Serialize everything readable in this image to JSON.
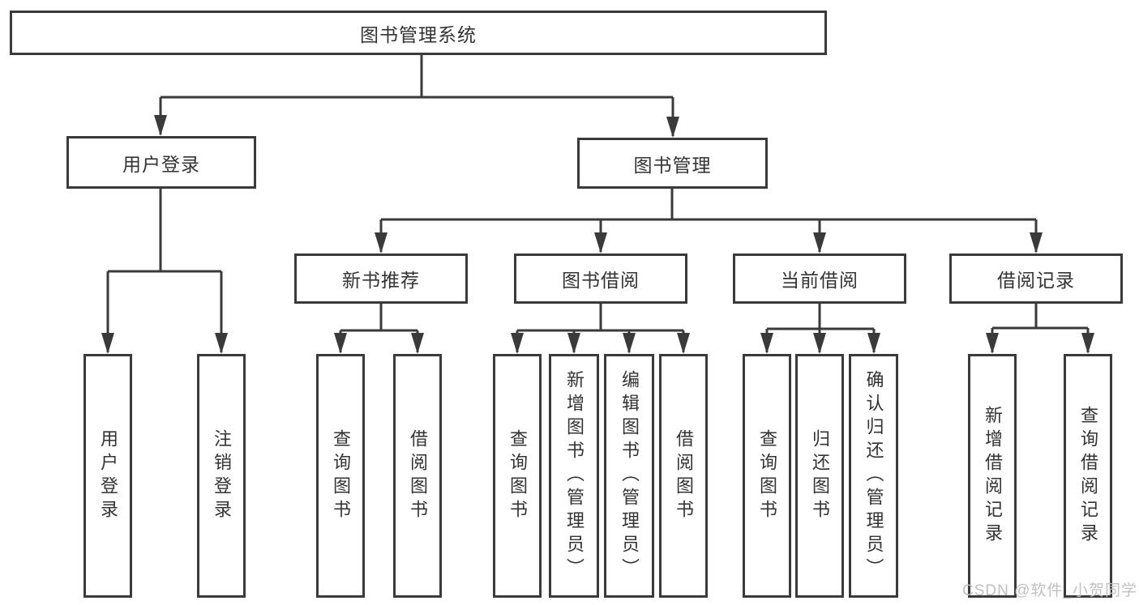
{
  "diagram": {
    "title": "图书管理系统"
  },
  "nodes": {
    "root": {
      "label": "图书管理系统"
    },
    "user_login": {
      "label": "用户登录"
    },
    "book_mgmt": {
      "label": "图书管理"
    },
    "new_book_rec": {
      "label": "新书推荐"
    },
    "book_borrow": {
      "label": "图书借阅"
    },
    "current_borrow": {
      "label": "当前借阅"
    },
    "borrow_record": {
      "label": "借阅记录"
    },
    "leaf_user_login": {
      "label": "用户登录"
    },
    "leaf_logout": {
      "label": "注销登录"
    },
    "leaf_rec_query_book": {
      "label": "查询图书"
    },
    "leaf_rec_borrow_book": {
      "label": "借阅图书"
    },
    "leaf_bor_query_book": {
      "label": "查询图书"
    },
    "leaf_bor_add_book": {
      "label": "新增图书（管理员）"
    },
    "leaf_bor_edit_book": {
      "label": "编辑图书（管理员）"
    },
    "leaf_bor_borrow_book": {
      "label": "借阅图书"
    },
    "leaf_cur_query_book": {
      "label": "查询图书"
    },
    "leaf_cur_return_book": {
      "label": "归还图书"
    },
    "leaf_cur_confirm_return": {
      "label": "确认归还（管理员）"
    },
    "leaf_rec_add_record": {
      "label": "新增借阅记录"
    },
    "leaf_rec_query_record": {
      "label": "查询借阅记录"
    }
  },
  "watermark": {
    "text": "CSDN @软件_小贺同学"
  },
  "colors": {
    "line": "#3a3a3a",
    "text": "#333333",
    "watermark": "#c0c0c0",
    "background": "#ffffff"
  }
}
